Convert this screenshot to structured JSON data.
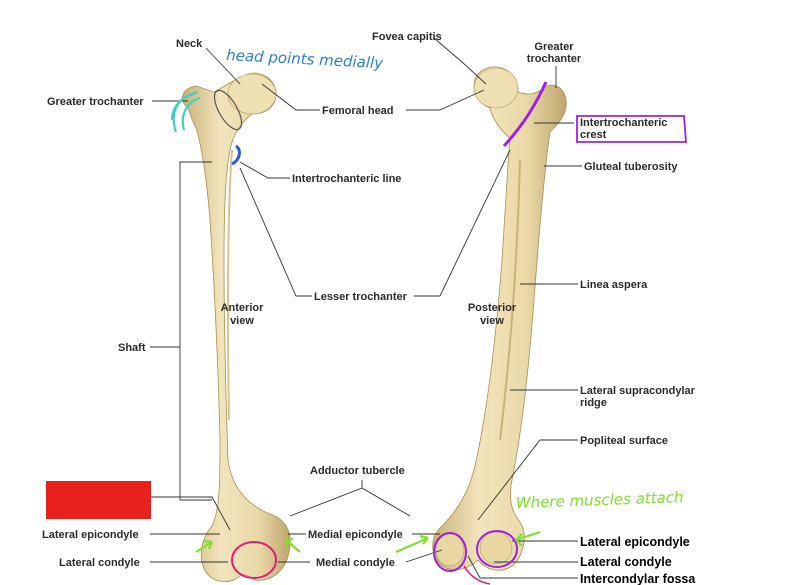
{
  "labels": {
    "neck": "Neck",
    "fovea_capitis": "Fovea capitis",
    "greater_trochanter_line1": "Greater",
    "greater_trochanter_line2": "trochanter",
    "greater_trochanter": "Greater trochanter",
    "femoral_head": "Femoral head",
    "intertrochanteric_crest_line1": "Intertrochanteric",
    "intertrochanteric_crest_line2": "crest",
    "intertrochanteric_line": "Intertrochanteric line",
    "gluteal_tuberosity": "Gluteal tuberosity",
    "lesser_trochanter": "Lesser trochanter",
    "linea_aspera": "Linea aspera",
    "anterior_view_line1": "Anterior",
    "anterior_view_line2": "view",
    "posterior_view_line1": "Posterior",
    "posterior_view_line2": "view",
    "shaft": "Shaft",
    "lateral_supracondylar_line1": "Lateral supracondylar",
    "lateral_supracondylar_line2": "ridge",
    "popliteal_surface": "Popliteal surface",
    "adductor_tubercle": "Adductor tubercle",
    "lateral_epicondyle_left": "Lateral epicondyle",
    "medial_epicondyle": "Medial epicondyle",
    "lateral_condyle_left": "Lateral condyle",
    "medial_condyle": "Medial condyle",
    "lateral_epicondyle_right": "Lateral epicondyle",
    "lateral_condyle_right": "Lateral condyle",
    "intercondylar_fossa": "Intercondylar fossa"
  },
  "annotations": {
    "head_points_medially": "head points medially",
    "where_muscles_attach": "Where muscles attach"
  },
  "colors": {
    "bone": "#ecdcae",
    "bone_shadow": "#c9b27a",
    "ink_blue": "#2b7de0",
    "ink_cyan": "#3fd2c2",
    "ink_purple": "#a020e0",
    "ink_pink": "#e0207a",
    "ink_green": "#7ee02a",
    "redact": "#e8201e"
  }
}
